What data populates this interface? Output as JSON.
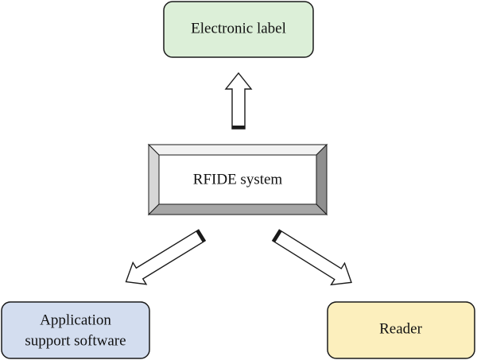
{
  "nodes": {
    "center": {
      "label": "RFIDE system"
    },
    "top": {
      "label": "Electronic label",
      "fill": "#dcefd8"
    },
    "left": {
      "line1": "Application",
      "line2": "support software",
      "fill": "#d3ddef"
    },
    "right": {
      "label": "Reader",
      "fill": "#fcefbd"
    }
  },
  "colors": {
    "stroke": "#1a1a1a",
    "bevel_top": "#f2f2f2",
    "bevel_left": "#d6d6d6",
    "bevel_right": "#8f8f8f",
    "bevel_bottom": "#a6a6a6"
  },
  "arrows": [
    {
      "from": "center",
      "to": "top"
    },
    {
      "from": "center",
      "to": "left"
    },
    {
      "from": "center",
      "to": "right"
    }
  ]
}
